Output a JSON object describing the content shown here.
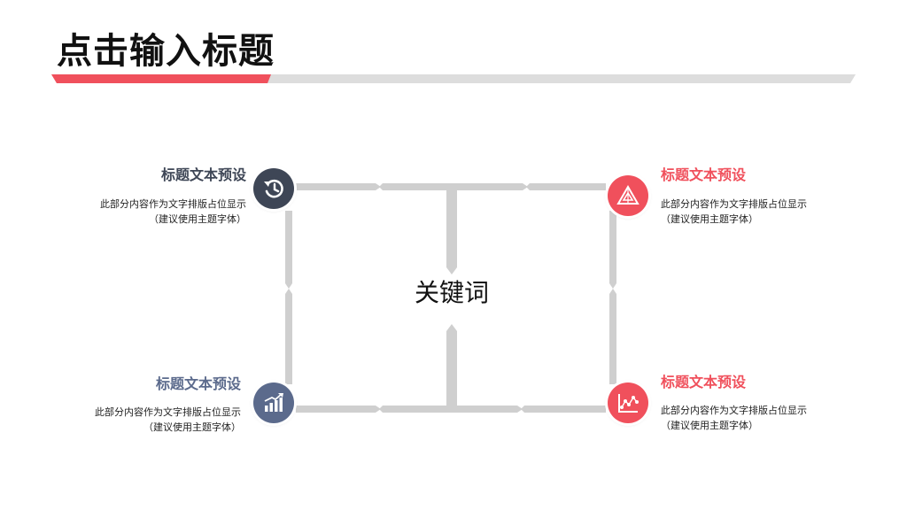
{
  "page": {
    "title": "点击输入标题"
  },
  "colors": {
    "accent_red": "#F0505C",
    "slate": "#3E4656",
    "steel_blue": "#5B6A8C",
    "frame_gray": "#CFCFCF"
  },
  "center": {
    "keyword": "关键词"
  },
  "items": [
    {
      "title": "标题文本预设",
      "desc_line1": "此部分内容作为文字排版占位显示",
      "desc_line2": "（建议使用主题字体）",
      "icon": "history-icon"
    },
    {
      "title": "标题文本预设",
      "desc_line1": "此部分内容作为文字排版占位显示",
      "desc_line2": "（建议使用主题字体）",
      "icon": "triangle-icon"
    },
    {
      "title": "标题文本预设",
      "desc_line1": "此部分内容作为文字排版占位显示",
      "desc_line2": "（建议使用主题字体）",
      "icon": "bar-chart-icon"
    },
    {
      "title": "标题文本预设",
      "desc_line1": "此部分内容作为文字排版占位显示",
      "desc_line2": "（建议使用主题字体）",
      "icon": "scatter-chart-icon"
    }
  ]
}
